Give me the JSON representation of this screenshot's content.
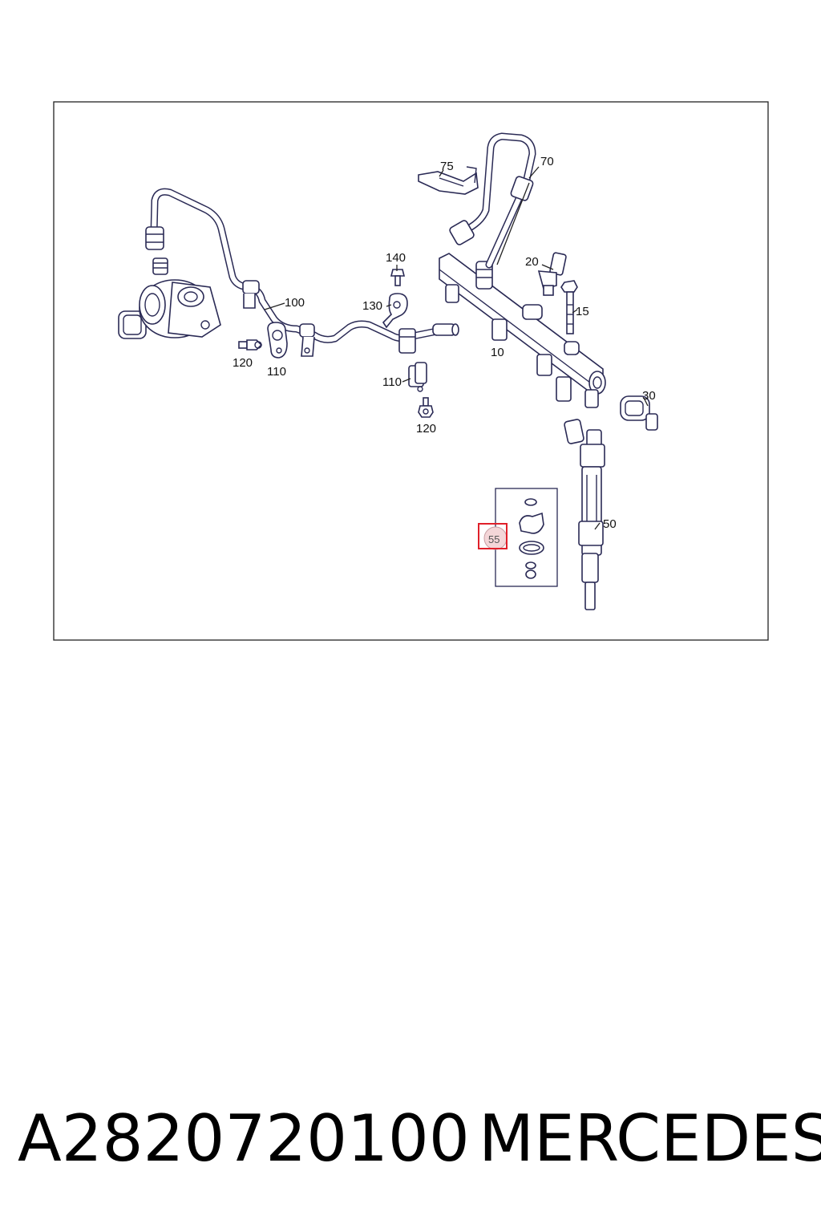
{
  "diagram": {
    "callouts": {
      "c10": "10",
      "c15": "15",
      "c20": "20",
      "c30": "30",
      "c50": "50",
      "c55": "55",
      "c70": "70",
      "c75": "75",
      "c100": "100",
      "c110a": "110",
      "c110b": "110",
      "c120a": "120",
      "c120b": "120",
      "c130": "130",
      "c140": "140"
    },
    "highlighted_callout": "55",
    "highlight_color": "#e0202a",
    "line_color": "#2a2a55"
  },
  "footer": {
    "part_number": "A2820720100",
    "brand": "MERCEDES"
  }
}
